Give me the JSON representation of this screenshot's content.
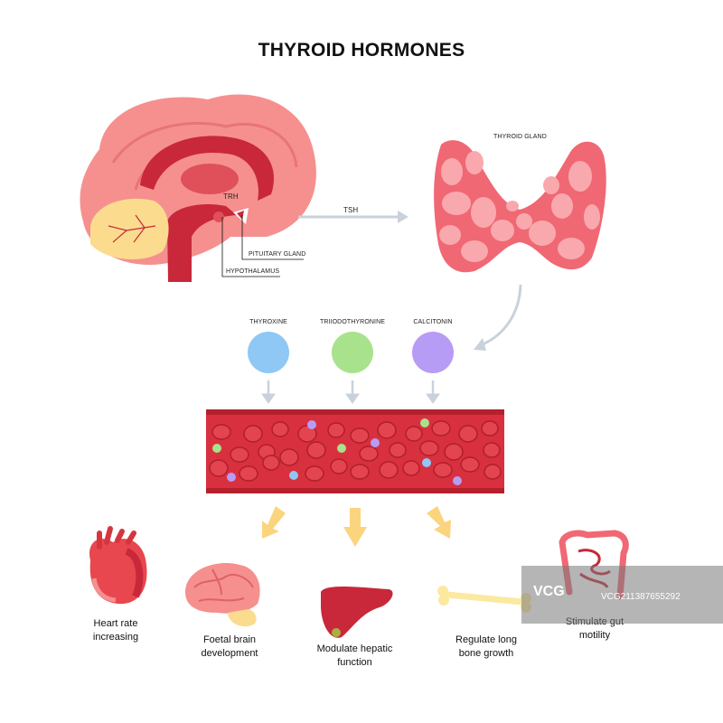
{
  "title": "THYROID HORMONES",
  "labels": {
    "trh": "TRH",
    "tsh": "TSH",
    "pituitary": "PITUITARY GLAND",
    "hypothalamus": "HYPOTHALAMUS",
    "thyroid_gland": "THYROID GLAND"
  },
  "hormones": [
    {
      "name": "THYROXINE",
      "color": "#8fc8f5"
    },
    {
      "name": "TRIIODOTHYRONINE",
      "color": "#a8e28c"
    },
    {
      "name": "CALCITONIN",
      "color": "#b79cf5"
    }
  ],
  "effects": {
    "heart": "Heart rate increasing",
    "brain": "Foetal brain development",
    "liver": "Modulate hepatic function",
    "bone": "Regulate long bone growth",
    "gut": "Stimulate gut motility"
  },
  "colors": {
    "brain_pink": "#f5908f",
    "brain_dark": "#c8283a",
    "cerebellum": "#fbdc8e",
    "thyroid": "#f06874",
    "thyroid_lobule": "#f9a9ad",
    "vessel": "#d8303e",
    "rbc": "#e34450",
    "arrow_gray": "#c9d1db",
    "arrow_yellow": "#fbd47e",
    "bone": "#fbe9a0"
  },
  "watermark": {
    "logo": "VCG",
    "id": "VCG211387655292"
  }
}
